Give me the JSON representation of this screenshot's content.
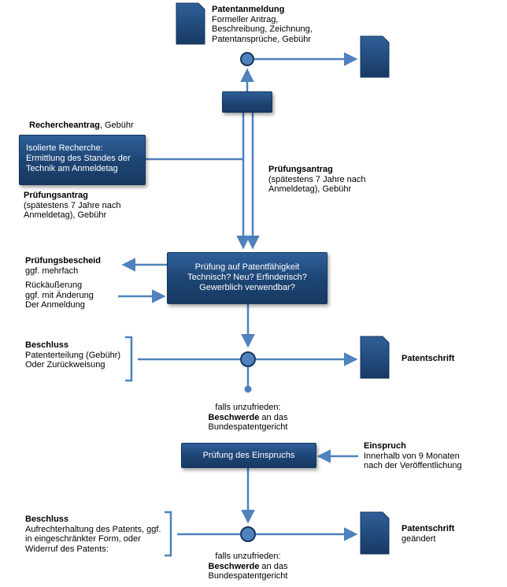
{
  "anmeldung": {
    "title": "Patentanmeldung",
    "lines": [
      "Formeller Antrag,",
      "Beschreibung, Zeichnung,",
      "Patentansprüche, Gebühr"
    ]
  },
  "recherche": {
    "antrag_bold": "Rechercheantrag",
    "antrag_rest": ", Gebühr",
    "box_lines": [
      "Isolierte Recherche:",
      "Ermittlung des Standes der",
      "Technik am Anmeldetag"
    ]
  },
  "pruefungsantrag_left": {
    "title": "Prüfungsantrag",
    "lines": [
      "(spätestens 7 Jahre nach",
      "Anmeldetag), Gebühr"
    ]
  },
  "pruefungsantrag_right": {
    "title": "Prüfungsantrag",
    "lines": [
      "(spätestens 7 Jahre nach",
      "Anmeldetag), Gebühr"
    ]
  },
  "pruefungsbescheid": {
    "title": "Prüfungsbescheid",
    "sub": "ggf. mehrfach"
  },
  "rueckaeusserung": {
    "lines": [
      "Rückäußerung",
      "ggf. mit Änderung",
      "Der Anmeldung"
    ]
  },
  "pruefung_box": {
    "lines": [
      "Prüfung auf Patentfähigkeit",
      "Technisch? Neu? Erfinderisch?",
      "Gewerblich verwendbar?"
    ]
  },
  "beschluss1": {
    "title": "Beschluss",
    "lines": [
      "Patenterteilung (Gebühr)",
      "Oder Zurückweisung"
    ]
  },
  "patentschrift1": {
    "title": "Patentschrift"
  },
  "beschwerde1": {
    "pre": "falls unzufrieden:",
    "bold": "Beschwerde",
    "rest": " an das",
    "last": "Bundespatentgericht"
  },
  "einspruch_box": {
    "label": "Prüfung des Einspruchs"
  },
  "einspruch": {
    "title": "Einspruch",
    "lines": [
      "Innerhalb von 9 Monaten",
      "nach der Veröffentlichung"
    ]
  },
  "beschluss2": {
    "title": "Beschluss",
    "lines": [
      "Aufrechterhaltung des Patents, ggf.",
      "in eingeschränkter Form, oder",
      "Widerruf des Patents:"
    ]
  },
  "patentschrift2": {
    "title": "Patentschrift",
    "sub": "geändert"
  },
  "beschwerde2": {
    "pre": "falls unzufrieden:",
    "bold": "Beschwerde",
    "rest": " an das",
    "last": "Bundespatentgericht"
  },
  "colors": {
    "box": "#1d4472",
    "arrow": "#4f81bd",
    "node": "#4f81bd"
  }
}
